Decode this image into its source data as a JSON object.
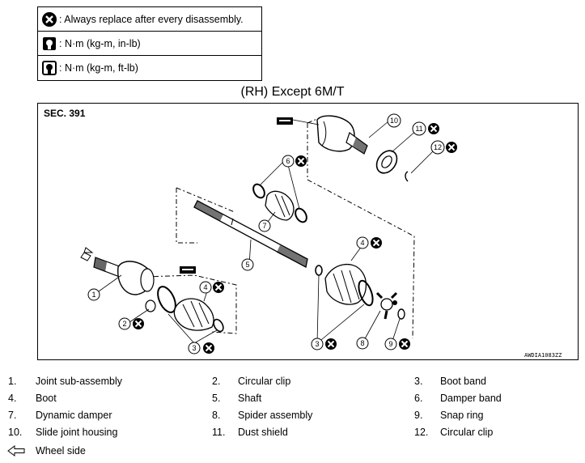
{
  "legend": [
    {
      "icon": "x-circle-icon",
      "text": ": Always replace after every disassembly."
    },
    {
      "icon": "torque-wrench-icon",
      "text": ": N·m (kg-m, in-lb)"
    },
    {
      "icon": "torque-wrench-icon",
      "text": ": N·m (kg-m, ft-lb)"
    }
  ],
  "diagram": {
    "title": "(RH) Except 6M/T",
    "section": "SEC. 391",
    "code": "AWDIA1083ZZ",
    "callouts": [
      "1",
      "2",
      "3",
      "3",
      "4",
      "4",
      "5",
      "6",
      "7",
      "8",
      "9",
      "10",
      "11",
      "12"
    ]
  },
  "parts": [
    {
      "num": "1.",
      "name": "Joint sub-assembly"
    },
    {
      "num": "2.",
      "name": "Circular clip"
    },
    {
      "num": "3.",
      "name": "Boot band"
    },
    {
      "num": "4.",
      "name": "Boot"
    },
    {
      "num": "5.",
      "name": "Shaft"
    },
    {
      "num": "6.",
      "name": "Damper band"
    },
    {
      "num": "7.",
      "name": "Dynamic damper"
    },
    {
      "num": "8.",
      "name": "Spider assembly"
    },
    {
      "num": "9.",
      "name": "Snap ring"
    },
    {
      "num": "10.",
      "name": "Slide joint housing"
    },
    {
      "num": "11.",
      "name": "Dust shield"
    },
    {
      "num": "12.",
      "name": "Circular clip"
    }
  ],
  "wheel_side": "Wheel side"
}
